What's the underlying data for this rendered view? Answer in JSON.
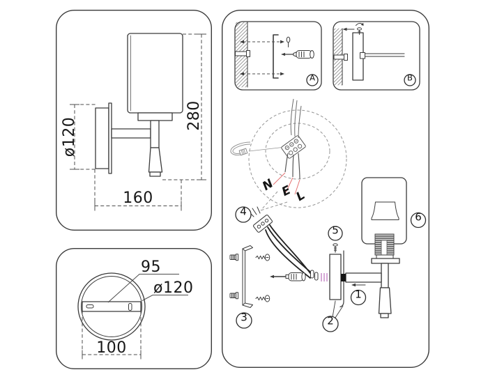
{
  "page": {
    "background": "#ffffff"
  },
  "colors": {
    "line": "#3a3a3a",
    "wire_leader_red": "#e57373",
    "alignment_pink": "#cf9ad0",
    "wall_hatch_gray": "#8a8a8a",
    "socket_hatch_dark": "#4a4a4a"
  },
  "side_view_panel": {
    "diameter_label": "ø120",
    "height_label": "280",
    "depth_label": "160"
  },
  "back_view_panel": {
    "bracket_label": "95",
    "diameter_label": "ø120",
    "width_label": "100"
  },
  "installation_panel": {
    "steps": {
      "a": "A",
      "b": "B"
    },
    "callouts": {
      "c1": "1",
      "c2": "2",
      "c3": "3",
      "c4": "4",
      "c5": "5",
      "c6": "6"
    },
    "wire_labels": {
      "neutral": "N",
      "earth": "E",
      "live": "L"
    }
  }
}
